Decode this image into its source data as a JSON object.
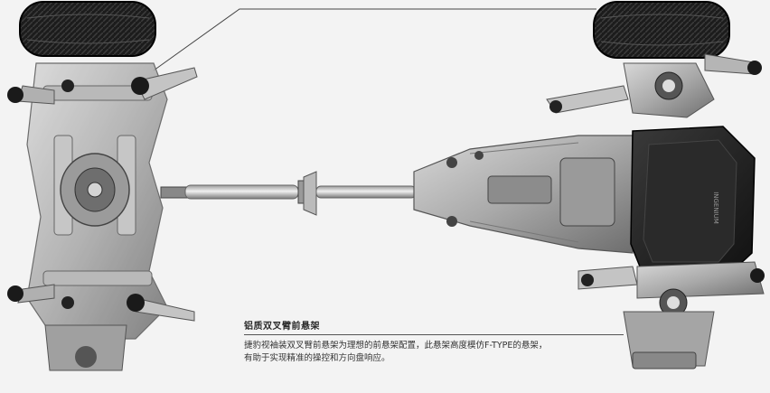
{
  "caption": {
    "title": "铝质双叉臂前悬架",
    "line1": "捷豹视袖装双叉臂前悬架为理想的前悬架配置，此悬架高度模仿F-TYPE的悬架，",
    "line2": "有助于实现精准的操控和方向盘响应。"
  },
  "engine_label": "INGENIUM"
}
